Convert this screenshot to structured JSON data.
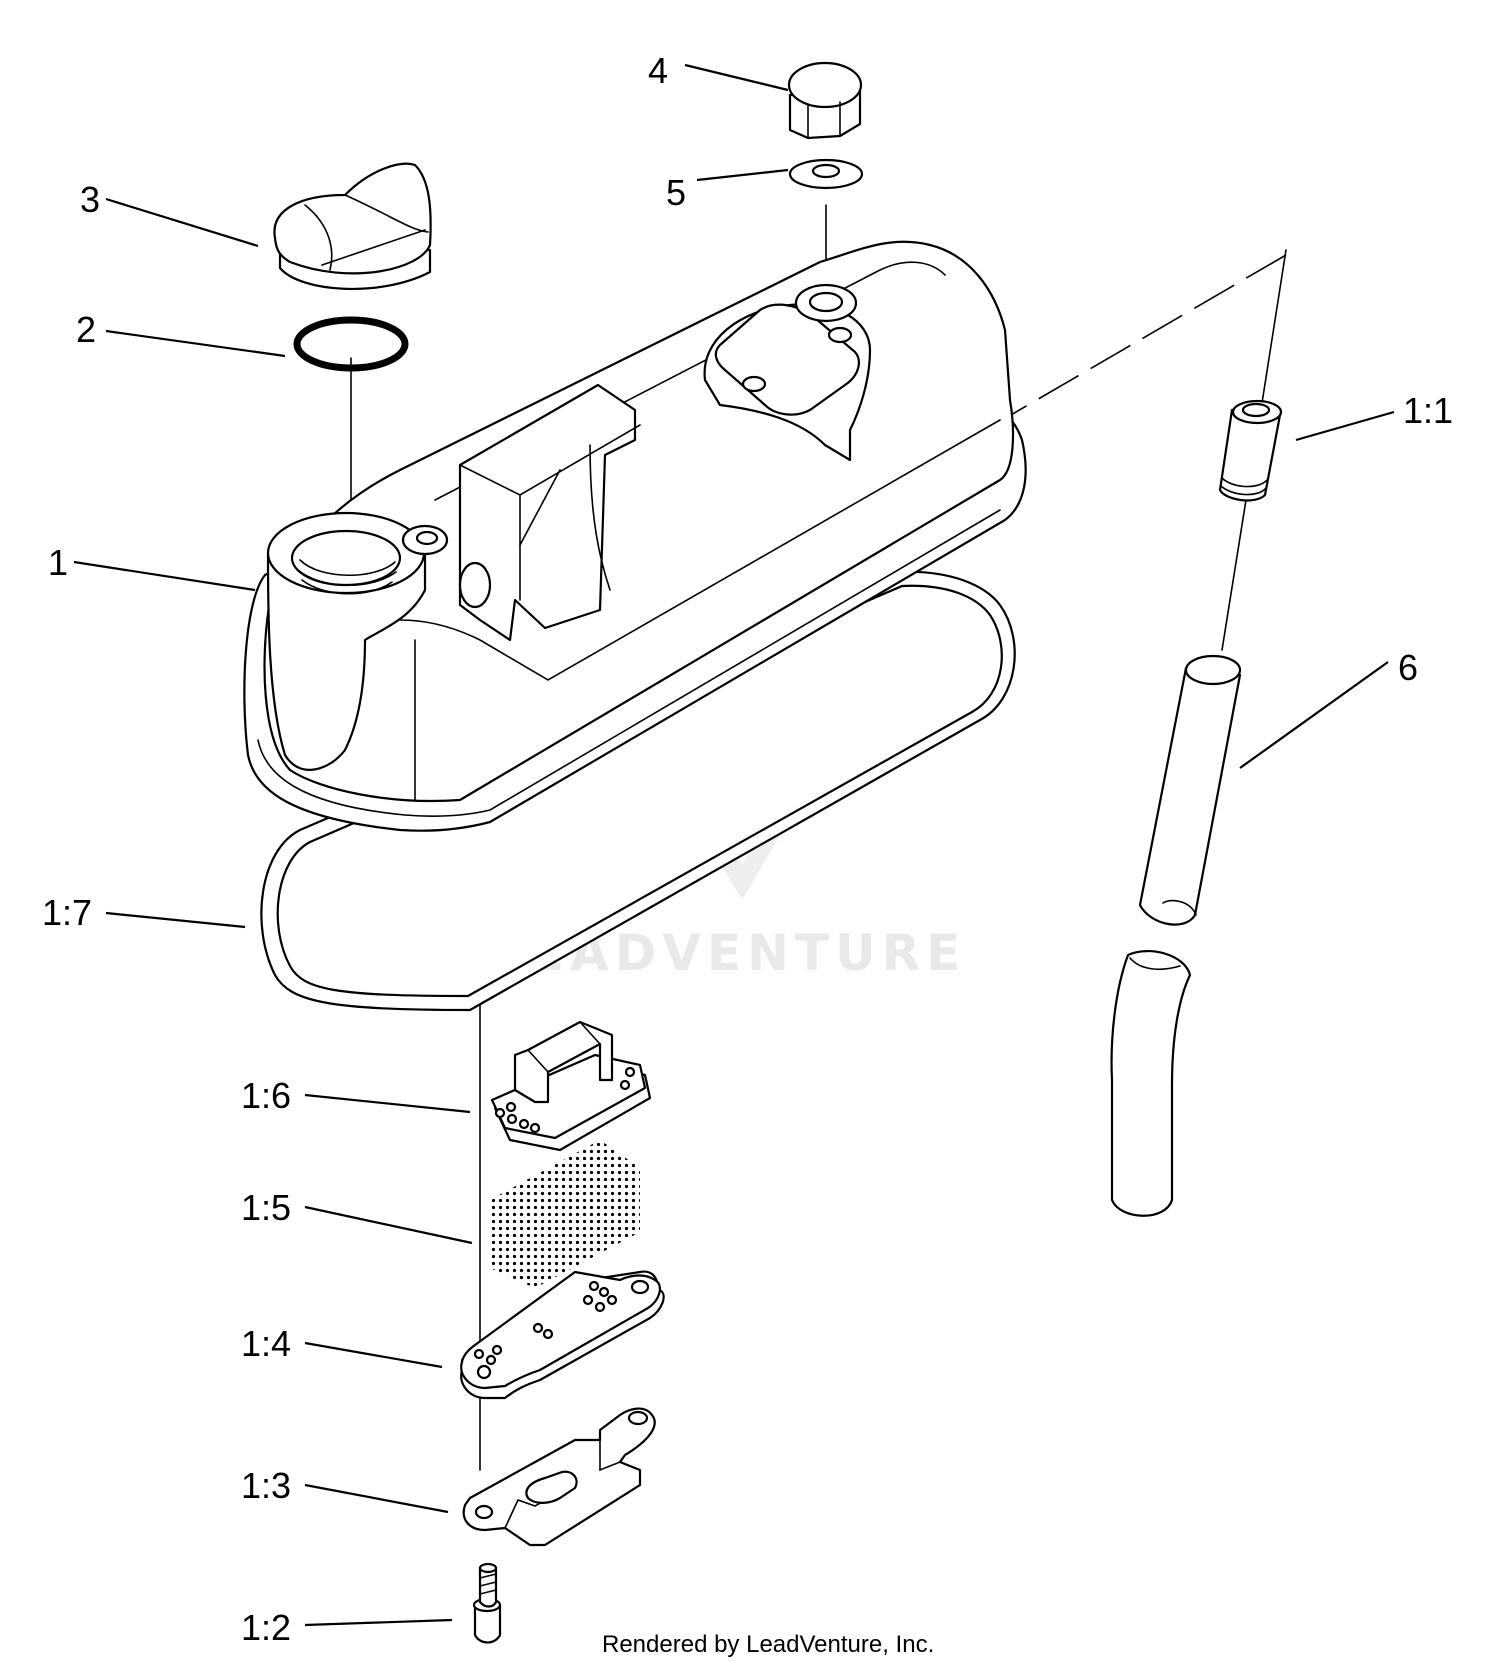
{
  "callouts": [
    {
      "id": "4",
      "label": "4"
    },
    {
      "id": "5",
      "label": "5"
    },
    {
      "id": "3",
      "label": "3"
    },
    {
      "id": "2",
      "label": "2"
    },
    {
      "id": "1",
      "label": "1"
    },
    {
      "id": "1_1",
      "label": "1:1"
    },
    {
      "id": "6",
      "label": "6"
    },
    {
      "id": "1_7",
      "label": "1:7"
    },
    {
      "id": "1_6",
      "label": "1:6"
    },
    {
      "id": "1_5",
      "label": "1:5"
    },
    {
      "id": "1_4",
      "label": "1:4"
    },
    {
      "id": "1_3",
      "label": "1:3"
    },
    {
      "id": "1_2",
      "label": "1:2"
    }
  ],
  "watermark": {
    "text": "LEADVENTURE"
  },
  "footer": {
    "text": "Rendered by LeadVenture, Inc."
  }
}
